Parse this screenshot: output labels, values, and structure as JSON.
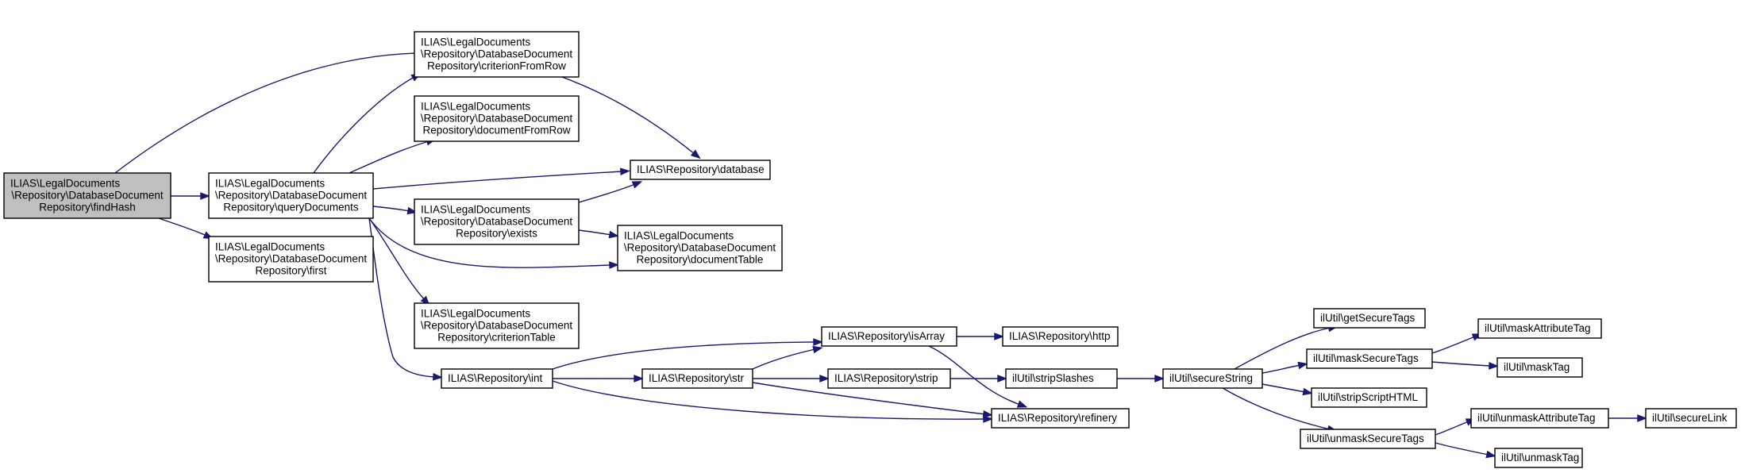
{
  "graph": {
    "edge_color": "#191970",
    "node_border_color": "#000000",
    "highlight_fill": "#bfbfbf",
    "node_fill": "#ffffff",
    "nodes": [
      {
        "id": "findHash",
        "lines": [
          "ILIAS\\LegalDocuments",
          "\\Repository\\DatabaseDocument",
          "Repository\\findHash"
        ],
        "highlighted": true
      },
      {
        "id": "queryDocuments",
        "lines": [
          "ILIAS\\LegalDocuments",
          "\\Repository\\DatabaseDocument",
          "Repository\\queryDocuments"
        ]
      },
      {
        "id": "first",
        "lines": [
          "ILIAS\\LegalDocuments",
          "\\Repository\\DatabaseDocument",
          "Repository\\first"
        ]
      },
      {
        "id": "criterionFromRow",
        "lines": [
          "ILIAS\\LegalDocuments",
          "\\Repository\\DatabaseDocument",
          "Repository\\criterionFromRow"
        ]
      },
      {
        "id": "documentFromRow",
        "lines": [
          "ILIAS\\LegalDocuments",
          "\\Repository\\DatabaseDocument",
          "Repository\\documentFromRow"
        ]
      },
      {
        "id": "exists",
        "lines": [
          "ILIAS\\LegalDocuments",
          "\\Repository\\DatabaseDocument",
          "Repository\\exists"
        ]
      },
      {
        "id": "criterionTable",
        "lines": [
          "ILIAS\\LegalDocuments",
          "\\Repository\\DatabaseDocument",
          "Repository\\criterionTable"
        ]
      },
      {
        "id": "int",
        "lines": [
          "ILIAS\\Repository\\int"
        ]
      },
      {
        "id": "database",
        "lines": [
          "ILIAS\\Repository\\database"
        ]
      },
      {
        "id": "documentTable",
        "lines": [
          "ILIAS\\LegalDocuments",
          "\\Repository\\DatabaseDocument",
          "Repository\\documentTable"
        ]
      },
      {
        "id": "isArray",
        "lines": [
          "ILIAS\\Repository\\isArray"
        ]
      },
      {
        "id": "str",
        "lines": [
          "ILIAS\\Repository\\str"
        ]
      },
      {
        "id": "strip",
        "lines": [
          "ILIAS\\Repository\\strip"
        ]
      },
      {
        "id": "refinery",
        "lines": [
          "ILIAS\\Repository\\refinery"
        ]
      },
      {
        "id": "http",
        "lines": [
          "ILIAS\\Repository\\http"
        ]
      },
      {
        "id": "stripSlashes",
        "lines": [
          "ilUtil\\stripSlashes"
        ]
      },
      {
        "id": "secureString",
        "lines": [
          "ilUtil\\secureString"
        ]
      },
      {
        "id": "getSecureTags",
        "lines": [
          "ilUtil\\getSecureTags"
        ]
      },
      {
        "id": "maskSecureTags",
        "lines": [
          "ilUtil\\maskSecureTags"
        ]
      },
      {
        "id": "stripScriptHTML",
        "lines": [
          "ilUtil\\stripScriptHTML"
        ]
      },
      {
        "id": "unmaskSecureTags",
        "lines": [
          "ilUtil\\unmaskSecureTags"
        ]
      },
      {
        "id": "maskAttributeTag",
        "lines": [
          "ilUtil\\maskAttributeTag"
        ]
      },
      {
        "id": "maskTag",
        "lines": [
          "ilUtil\\maskTag"
        ]
      },
      {
        "id": "unmaskAttributeTag",
        "lines": [
          "ilUtil\\unmaskAttributeTag"
        ]
      },
      {
        "id": "unmaskTag",
        "lines": [
          "ilUtil\\unmaskTag"
        ]
      },
      {
        "id": "secureLink",
        "lines": [
          "ilUtil\\secureLink"
        ]
      }
    ],
    "edges": [
      {
        "from": "findHash",
        "to": "queryDocuments"
      },
      {
        "from": "findHash",
        "to": "first"
      },
      {
        "from": "findHash",
        "to": "database"
      },
      {
        "from": "queryDocuments",
        "to": "criterionFromRow"
      },
      {
        "from": "queryDocuments",
        "to": "documentFromRow"
      },
      {
        "from": "queryDocuments",
        "to": "database"
      },
      {
        "from": "queryDocuments",
        "to": "exists"
      },
      {
        "from": "queryDocuments",
        "to": "documentTable"
      },
      {
        "from": "queryDocuments",
        "to": "criterionTable"
      },
      {
        "from": "queryDocuments",
        "to": "int"
      },
      {
        "from": "exists",
        "to": "database"
      },
      {
        "from": "exists",
        "to": "documentTable"
      },
      {
        "from": "int",
        "to": "isArray"
      },
      {
        "from": "int",
        "to": "str"
      },
      {
        "from": "int",
        "to": "refinery"
      },
      {
        "from": "str",
        "to": "isArray"
      },
      {
        "from": "str",
        "to": "strip"
      },
      {
        "from": "str",
        "to": "refinery"
      },
      {
        "from": "isArray",
        "to": "http"
      },
      {
        "from": "isArray",
        "to": "refinery"
      },
      {
        "from": "strip",
        "to": "stripSlashes"
      },
      {
        "from": "stripSlashes",
        "to": "secureString"
      },
      {
        "from": "secureString",
        "to": "getSecureTags"
      },
      {
        "from": "secureString",
        "to": "maskSecureTags"
      },
      {
        "from": "secureString",
        "to": "stripScriptHTML"
      },
      {
        "from": "secureString",
        "to": "unmaskSecureTags"
      },
      {
        "from": "maskSecureTags",
        "to": "maskAttributeTag"
      },
      {
        "from": "maskSecureTags",
        "to": "maskTag"
      },
      {
        "from": "unmaskSecureTags",
        "to": "unmaskAttributeTag"
      },
      {
        "from": "unmaskSecureTags",
        "to": "unmaskTag"
      },
      {
        "from": "unmaskAttributeTag",
        "to": "secureLink"
      }
    ]
  }
}
